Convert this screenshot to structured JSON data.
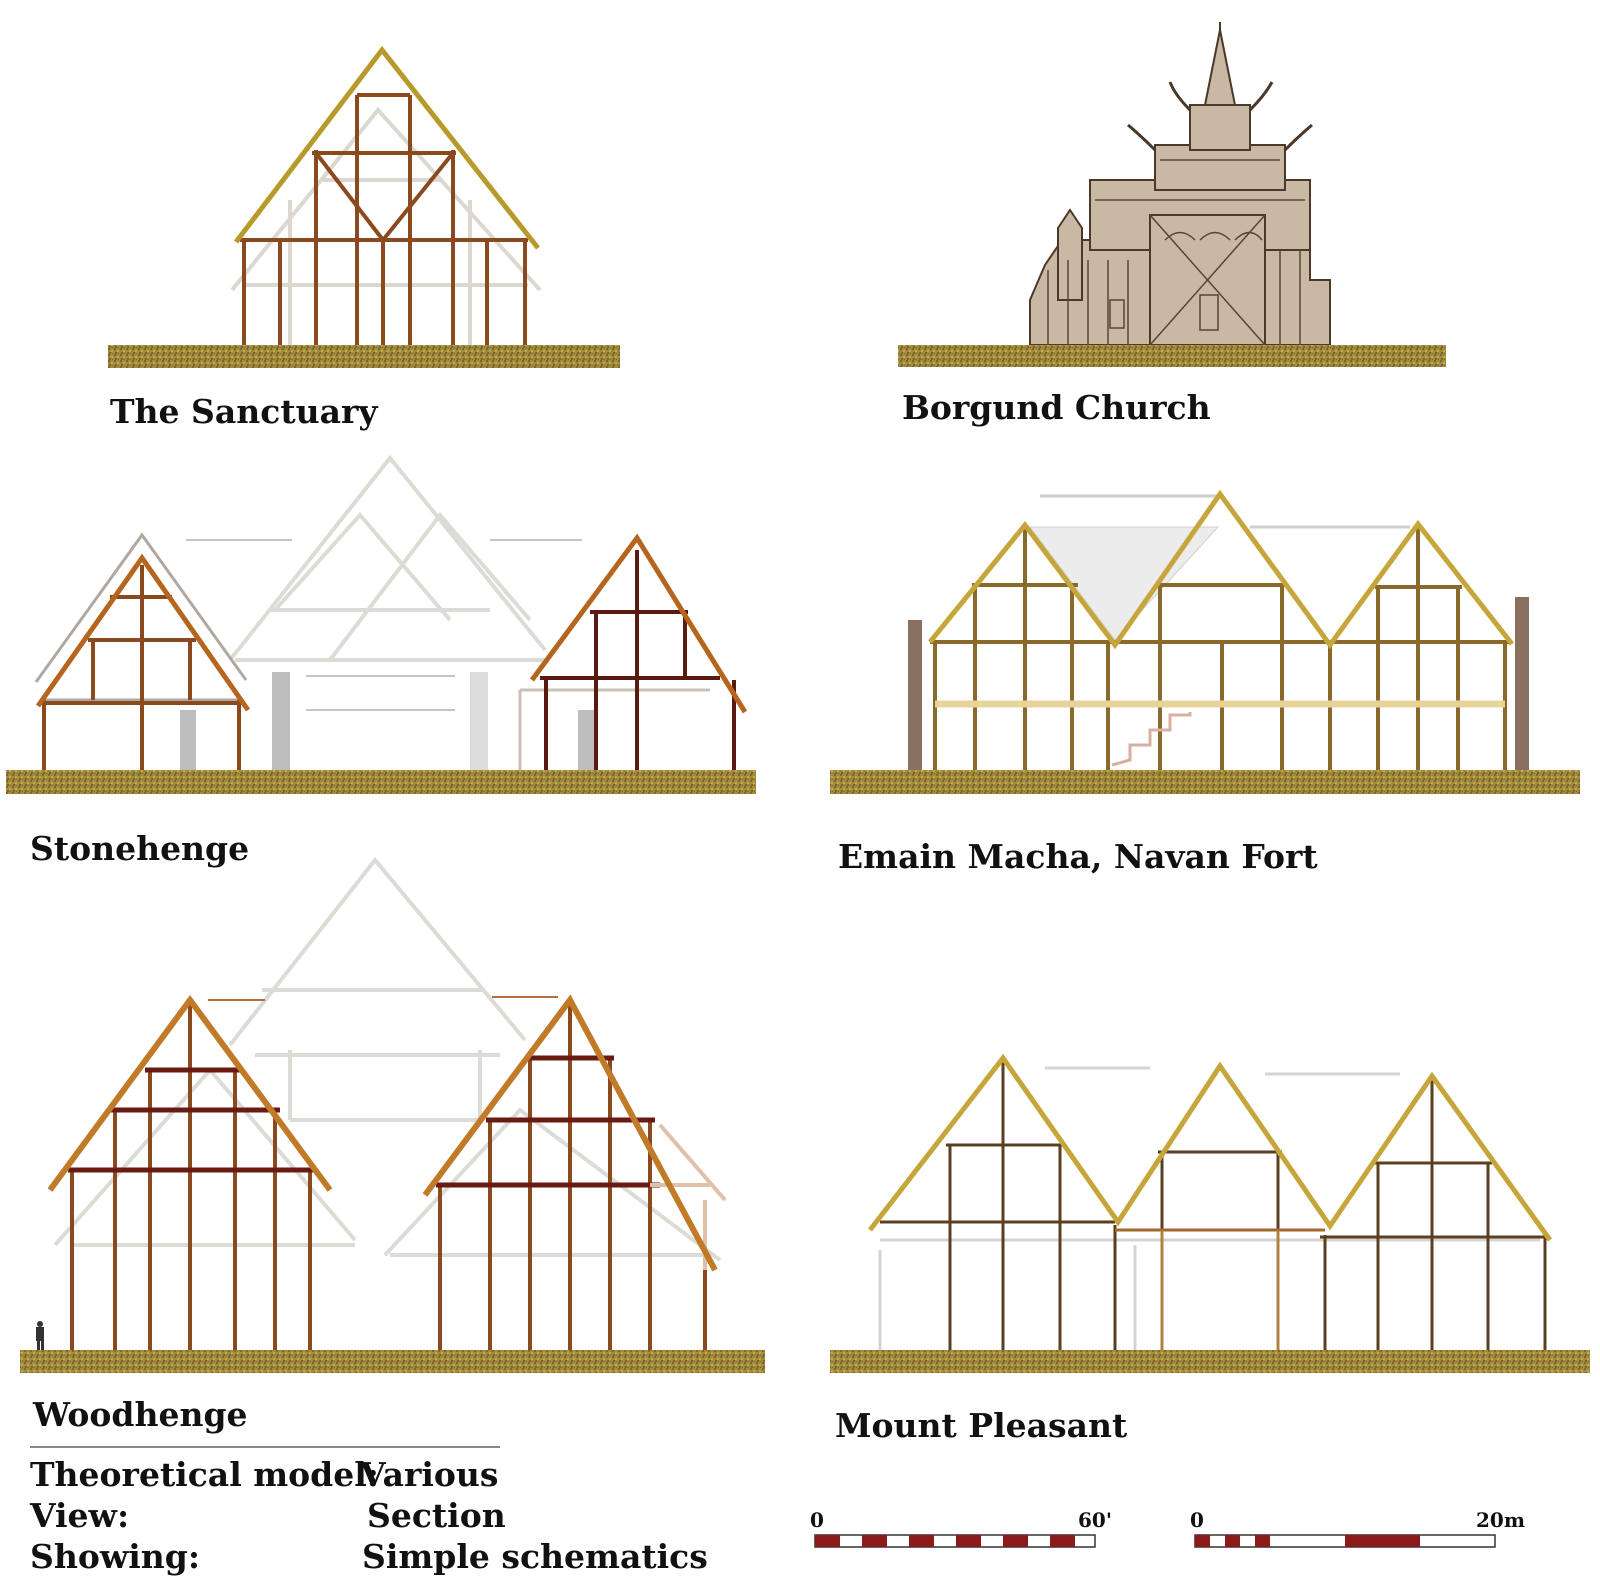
{
  "structures": [
    {
      "id": "sanctuary",
      "label": "The Sanctuary"
    },
    {
      "id": "borgund",
      "label": "Borgund Church"
    },
    {
      "id": "stonehenge",
      "label": "Stonehenge"
    },
    {
      "id": "emain",
      "label": "Emain Macha, Navan Fort"
    },
    {
      "id": "woodhenge",
      "label": "Woodhenge"
    },
    {
      "id": "mount",
      "label": "Mount Pleasant"
    }
  ],
  "legend": {
    "model_label": "Theoretical model:",
    "model_value": "Various",
    "view_label": "View:",
    "view_value": "Section",
    "showing_label": "Showing:",
    "showing_value": "Simple schematics"
  },
  "scales": {
    "imperial": {
      "start": "0",
      "end": "60'"
    },
    "metric": {
      "start": "0",
      "end": "20m"
    }
  },
  "colors": {
    "ground": "#9e8a3a",
    "thatch": "#b89a2a",
    "timber": "#8a4a1e",
    "dark_timber": "#5a1a12",
    "ghost": "#d8d8d4",
    "scale_red": "#8b1a1a"
  }
}
